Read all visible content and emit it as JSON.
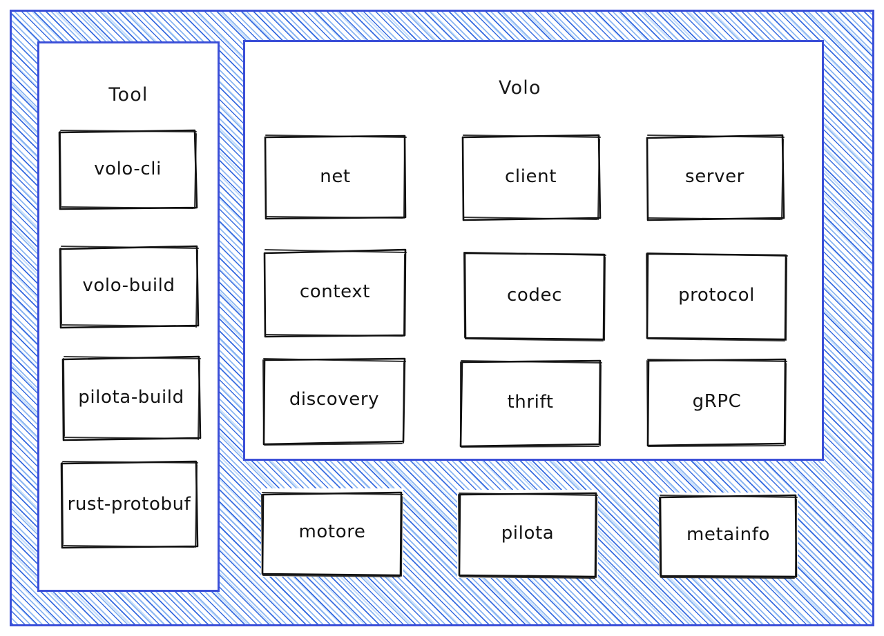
{
  "diagram": {
    "title_outer": "",
    "style": "hand-drawn-sketch",
    "colors": {
      "frame_border": "#3b4fd8",
      "hatch_dark": "#2b63de",
      "hatch_light": "#78aaf0",
      "node_stroke": "#121212",
      "node_fill": "#ffffff",
      "text": "#121212"
    }
  },
  "outer_frame": {
    "name": "outer-hatched-frame"
  },
  "tool_panel": {
    "title": "Tool",
    "nodes": [
      {
        "label": "volo-cli"
      },
      {
        "label": "volo-build"
      },
      {
        "label": "pilota-build"
      },
      {
        "label": "rust-protobuf"
      }
    ]
  },
  "volo_panel": {
    "title": "Volo",
    "rows": [
      [
        {
          "label": "net"
        },
        {
          "label": "client"
        },
        {
          "label": "server"
        }
      ],
      [
        {
          "label": "context"
        },
        {
          "label": "codec"
        },
        {
          "label": "protocol"
        }
      ],
      [
        {
          "label": "discovery"
        },
        {
          "label": "thrift"
        },
        {
          "label": "gRPC"
        }
      ]
    ]
  },
  "base_row": {
    "nodes": [
      {
        "label": "motore"
      },
      {
        "label": "pilota"
      },
      {
        "label": "metainfo"
      }
    ]
  }
}
